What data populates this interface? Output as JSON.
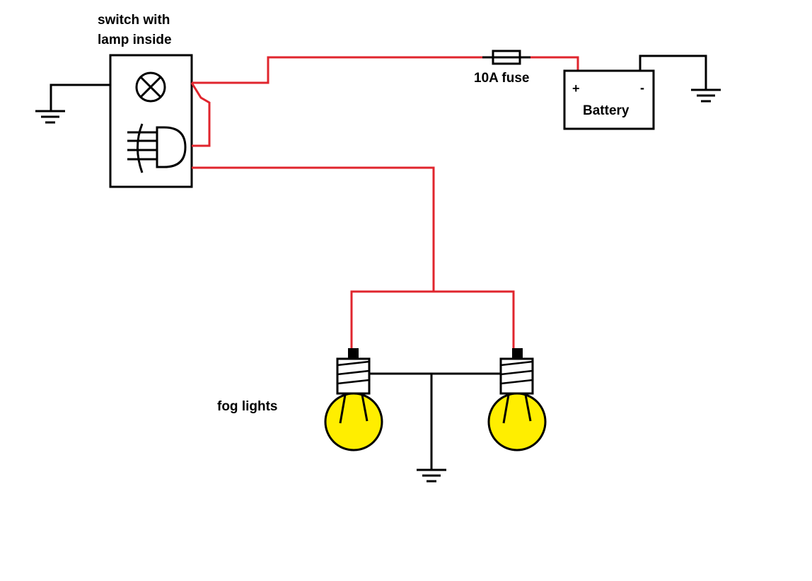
{
  "labels": {
    "switch_line1": "switch with",
    "switch_line2": "lamp inside",
    "fuse": "10A fuse",
    "battery": "Battery",
    "battery_plus": "+",
    "battery_minus": "-",
    "fog_lights": "fog lights"
  },
  "colors": {
    "wire_positive": "#e0252d",
    "wire_ground": "#000000",
    "bulb_fill": "#ffee00",
    "background": "#ffffff"
  },
  "icons": {
    "indicator_lamp": "circle-cross-icon",
    "switch_symbol": "switch-icon",
    "fuse": "fuse-icon",
    "ground": "ground-icon",
    "bulb": "bulb-icon"
  }
}
